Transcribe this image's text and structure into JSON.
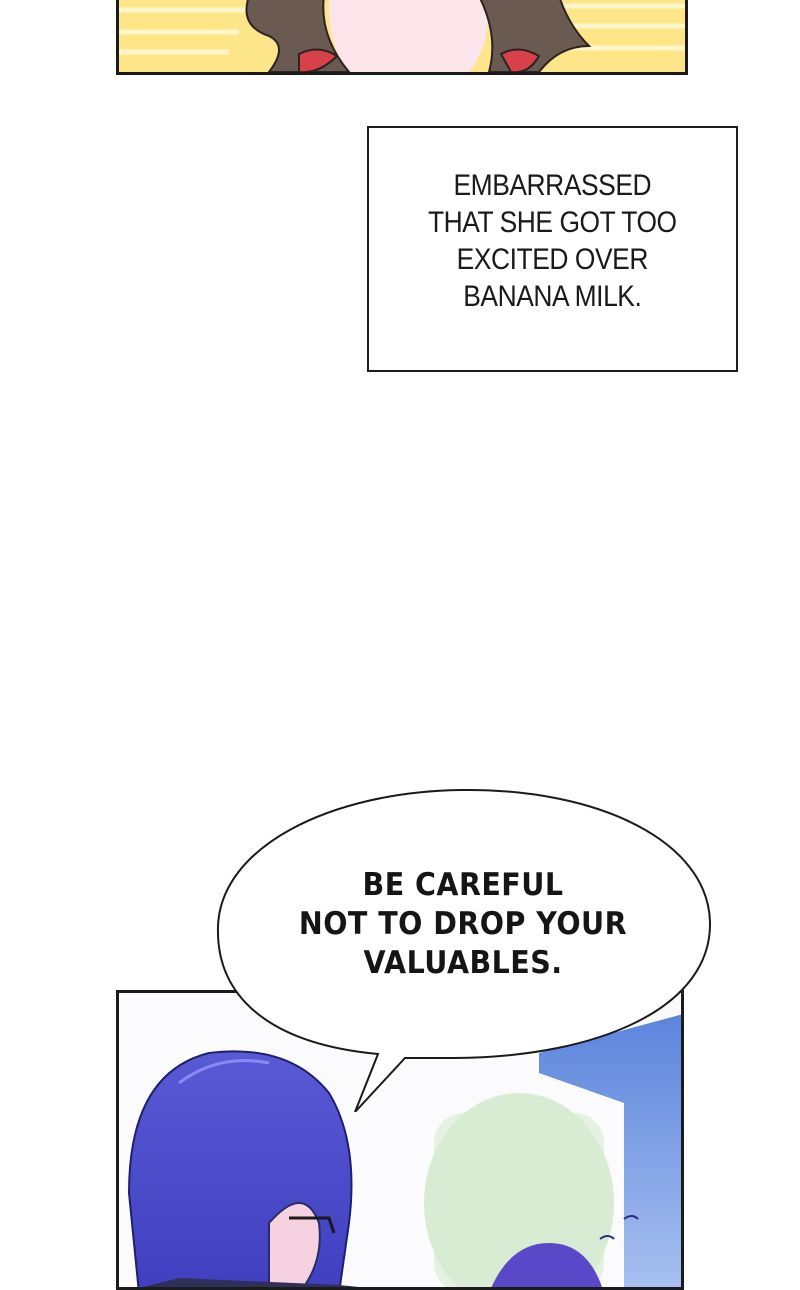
{
  "caption": {
    "lines": [
      "EMBARRASSED",
      "THAT SHE GOT TOO",
      "EXCITED OVER",
      "BANANA MILK."
    ]
  },
  "speech_bubble": {
    "lines": [
      "BE CAREFUL",
      "NOT TO DROP YOUR",
      "VALUABLES."
    ]
  },
  "colors": {
    "top_panel_bg": "#fde58a",
    "hair_brown": "#6b5a52",
    "ribbon_red": "#d8404a",
    "hair_blue": "#4a4bd0",
    "window_blue": "#3f6fd6",
    "plant_green": "#cfe8c9"
  }
}
